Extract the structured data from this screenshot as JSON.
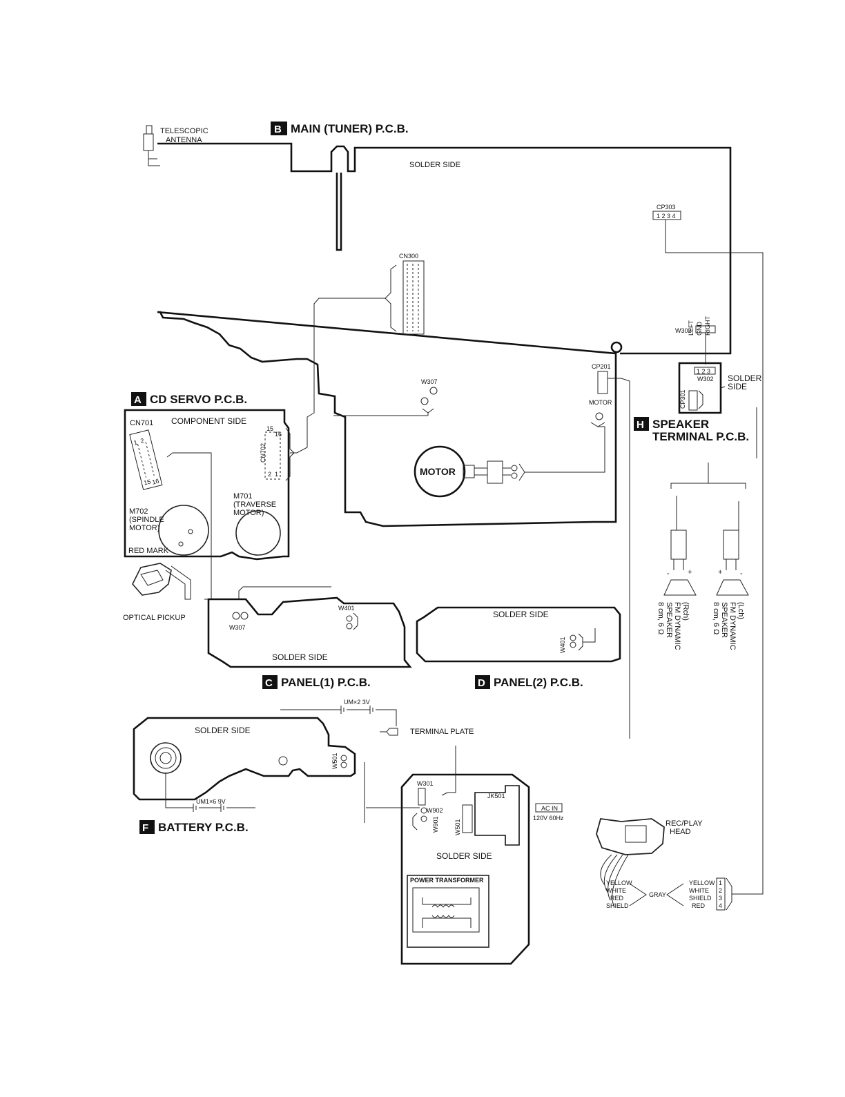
{
  "boards": {
    "A": {
      "letter": "A",
      "title": "CD SERVO P.C.B.",
      "side": "COMPONENT SIDE"
    },
    "B": {
      "letter": "B",
      "title": "MAIN (TUNER) P.C.B.",
      "side": "SOLDER SIDE"
    },
    "C": {
      "letter": "C",
      "title": "PANEL(1) P.C.B.",
      "side": "SOLDER SIDE"
    },
    "D": {
      "letter": "D",
      "title": "PANEL(2) P.C.B.",
      "side": "SOLDER SIDE"
    },
    "F": {
      "letter": "F",
      "title": "BATTERY P.C.B.",
      "side": "SOLDER SIDE"
    },
    "H": {
      "letter": "H",
      "title_line1": "SPEAKER",
      "title_line2": "TERMINAL P.C.B.",
      "side_line1": "SOLDER",
      "side_line2": "SIDE"
    },
    "G": {
      "side": "SOLDER SIDE"
    }
  },
  "antenna": {
    "line1": "TELESCOPIC",
    "line2": "ANTENNA"
  },
  "connectors": {
    "cn701": "CN701",
    "cn702": "CN702",
    "cn702_pin16": "16",
    "cn702_pin15": "15",
    "cn702_pin2": "2",
    "cn702_pin1": "1",
    "cn701_pin1": "1",
    "cn701_pin2": "2",
    "cn701_pin15": "15",
    "cn701_pin16": "16",
    "cn300": "CN300",
    "cp201": "CP201",
    "cp301": "CP301",
    "w307": "W307",
    "w307c": "W307",
    "w401": "W401",
    "w401d": "W401",
    "w302": "W302",
    "w302b": "W302",
    "w301": "W301",
    "w501": "W501",
    "w901": "W901",
    "w902": "W902",
    "cp303": "CP303",
    "js501": "JK501",
    "motor_label": "MOTOR"
  },
  "motors": {
    "motor_main": "MOTOR",
    "m701_l1": "M701",
    "m701_l2": "(TRAVERSE",
    "m701_l3": "MOTOR)",
    "m702_l1": "M702",
    "m702_l2": "(SPINDLE",
    "m702_l3": "MOTOR)",
    "red_mark": "RED MARK",
    "optical_pickup": "OPTICAL PICKUP"
  },
  "speaker_pins": {
    "left": "LEFT",
    "gnd": "GND",
    "right": "RIGHT"
  },
  "speakers": {
    "right": {
      "l1": "(Rch)",
      "l2": "FM DYNAMIC",
      "l3": "SPEAKER",
      "l4": "8 cm, 6 Ω"
    },
    "left": {
      "l1": "(Lch)",
      "l2": "FM DYNAMIC",
      "l3": "SPEAKER",
      "l4": "8 cm, 6 Ω"
    }
  },
  "power": {
    "um2": "UM×2 3V",
    "um1": "UM1×6 9V",
    "terminal_plate": "TERMINAL PLATE",
    "ac_in": "AC IN",
    "ac_spec": "120V 60Hz",
    "power_transformer": "POWER TRANSFORMER"
  },
  "head": {
    "l1": "REC/PLAY",
    "l2": "HEAD",
    "left_wires": [
      "YELLOW",
      "WHITE",
      "RED",
      "SHIELD"
    ],
    "right_wires": [
      "YELLOW",
      "WHITE",
      "SHIELD",
      "RED"
    ],
    "gray": "GRAY",
    "pins": [
      "1",
      "2",
      "3",
      "4"
    ]
  }
}
